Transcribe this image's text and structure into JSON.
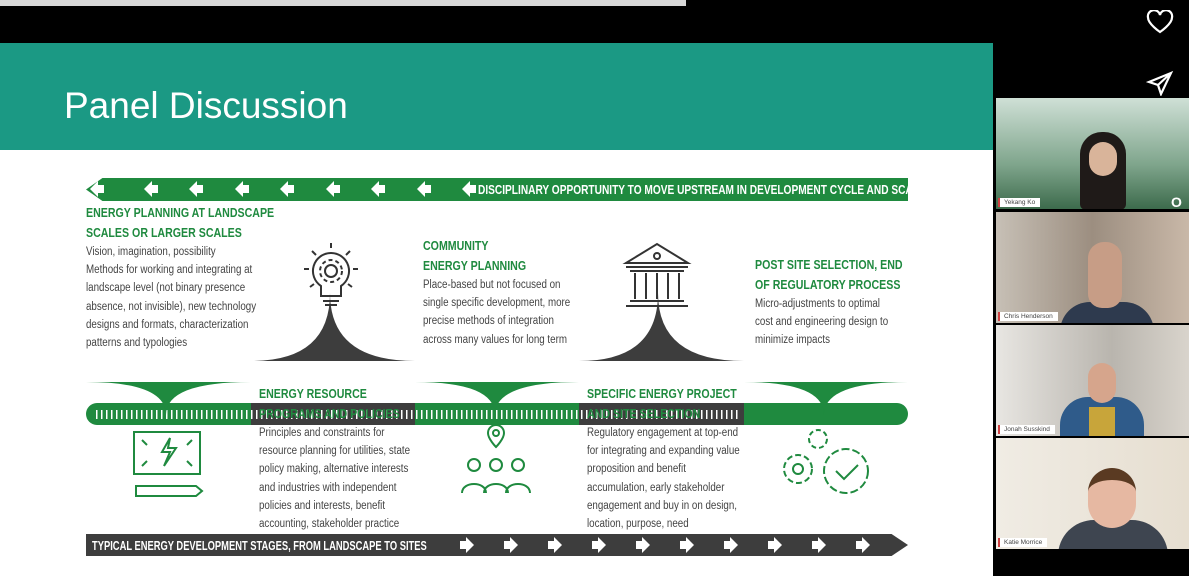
{
  "slide": {
    "title": "Panel Discussion",
    "top_banner": "DISCIPLINARY OPPORTUNITY TO MOVE UPSTREAM IN DEVELOPMENT CYCLE AND SCALE",
    "bottom_banner": "TYPICAL ENERGY DEVELOPMENT STAGES, FROM LANDSCAPE TO SITES",
    "stages": [
      {
        "heading": [
          "ENERGY PLANNING AT LANDSCAPE",
          "SCALES OR LARGER SCALES"
        ],
        "body": [
          "Vision, imagination, possibility",
          "Methods for working and integrating at",
          "landscape level (not binary presence",
          "absence, not invisible), new technology",
          "designs and formats, characterization",
          "patterns and typologies"
        ]
      },
      {
        "heading": [
          "ENERGY RESOURCE",
          "PROGRAMS AND POLICIES"
        ],
        "body": [
          "Principles and constraints for",
          "resource planning for utilities, state",
          "policy making, alternative interests",
          "and industries with independent",
          "policies and interests, benefit",
          "accounting, stakeholder practice"
        ]
      },
      {
        "heading": [
          "COMMUNITY",
          "ENERGY PLANNING"
        ],
        "body": [
          "Place-based but not focused on",
          "single specific development, more",
          "precise methods of integration",
          "across many values for long term"
        ]
      },
      {
        "heading": [
          "SPECIFIC ENERGY PROJECT",
          "AND SITE SELECTION"
        ],
        "body": [
          "Regulatory engagement at top-end",
          "for integrating and expanding value",
          "proposition and benefit",
          "accumulation, early stakeholder",
          "engagement and buy in on design,",
          "location, purpose, need"
        ]
      },
      {
        "heading": [
          "POST SITE SELECTION, END",
          "OF REGULATORY PROCESS"
        ],
        "body": [
          "Micro-adjustments to optimal",
          "cost and engineering design to",
          "minimize impacts"
        ]
      }
    ],
    "colors": {
      "teal": "#1b9984",
      "green": "#1f8a3f",
      "dark": "#3d3d3d"
    }
  },
  "participants": [
    "Yekang Ko",
    "Chris Henderson",
    "Jonah Susskind",
    "Katie Morrice"
  ],
  "icons": [
    "heart-icon",
    "send-icon"
  ]
}
